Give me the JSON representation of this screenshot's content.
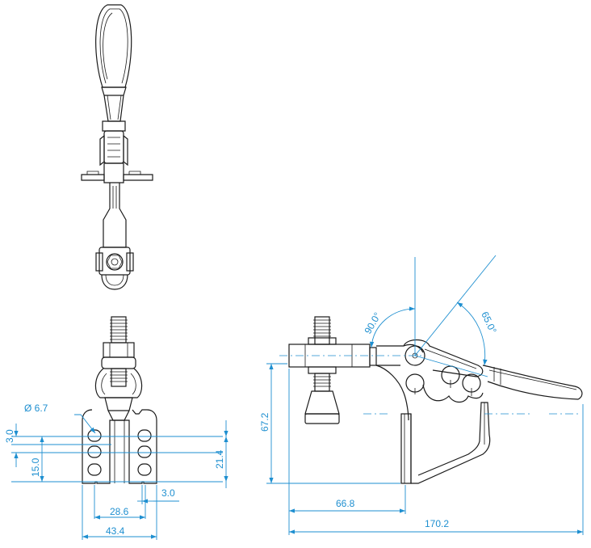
{
  "dimensions": {
    "hole_diameter": "Ø 6.7",
    "edge_offset_left": "3.0",
    "hole_pitch_vertical": "15.0",
    "hole_span_vertical": "21.4",
    "edge_offset_right": "3.0",
    "hole_pitch_horizontal": "28.6",
    "base_width": "43.4",
    "height_total": "67.2",
    "mount_to_spindle": "66.8",
    "overall_length": "170.2",
    "spindle_open_angle": "90.0°",
    "handle_open_angle": "65.0°"
  },
  "colors": {
    "line": "#1a1a1a",
    "dimension": "#1e8fd0"
  }
}
